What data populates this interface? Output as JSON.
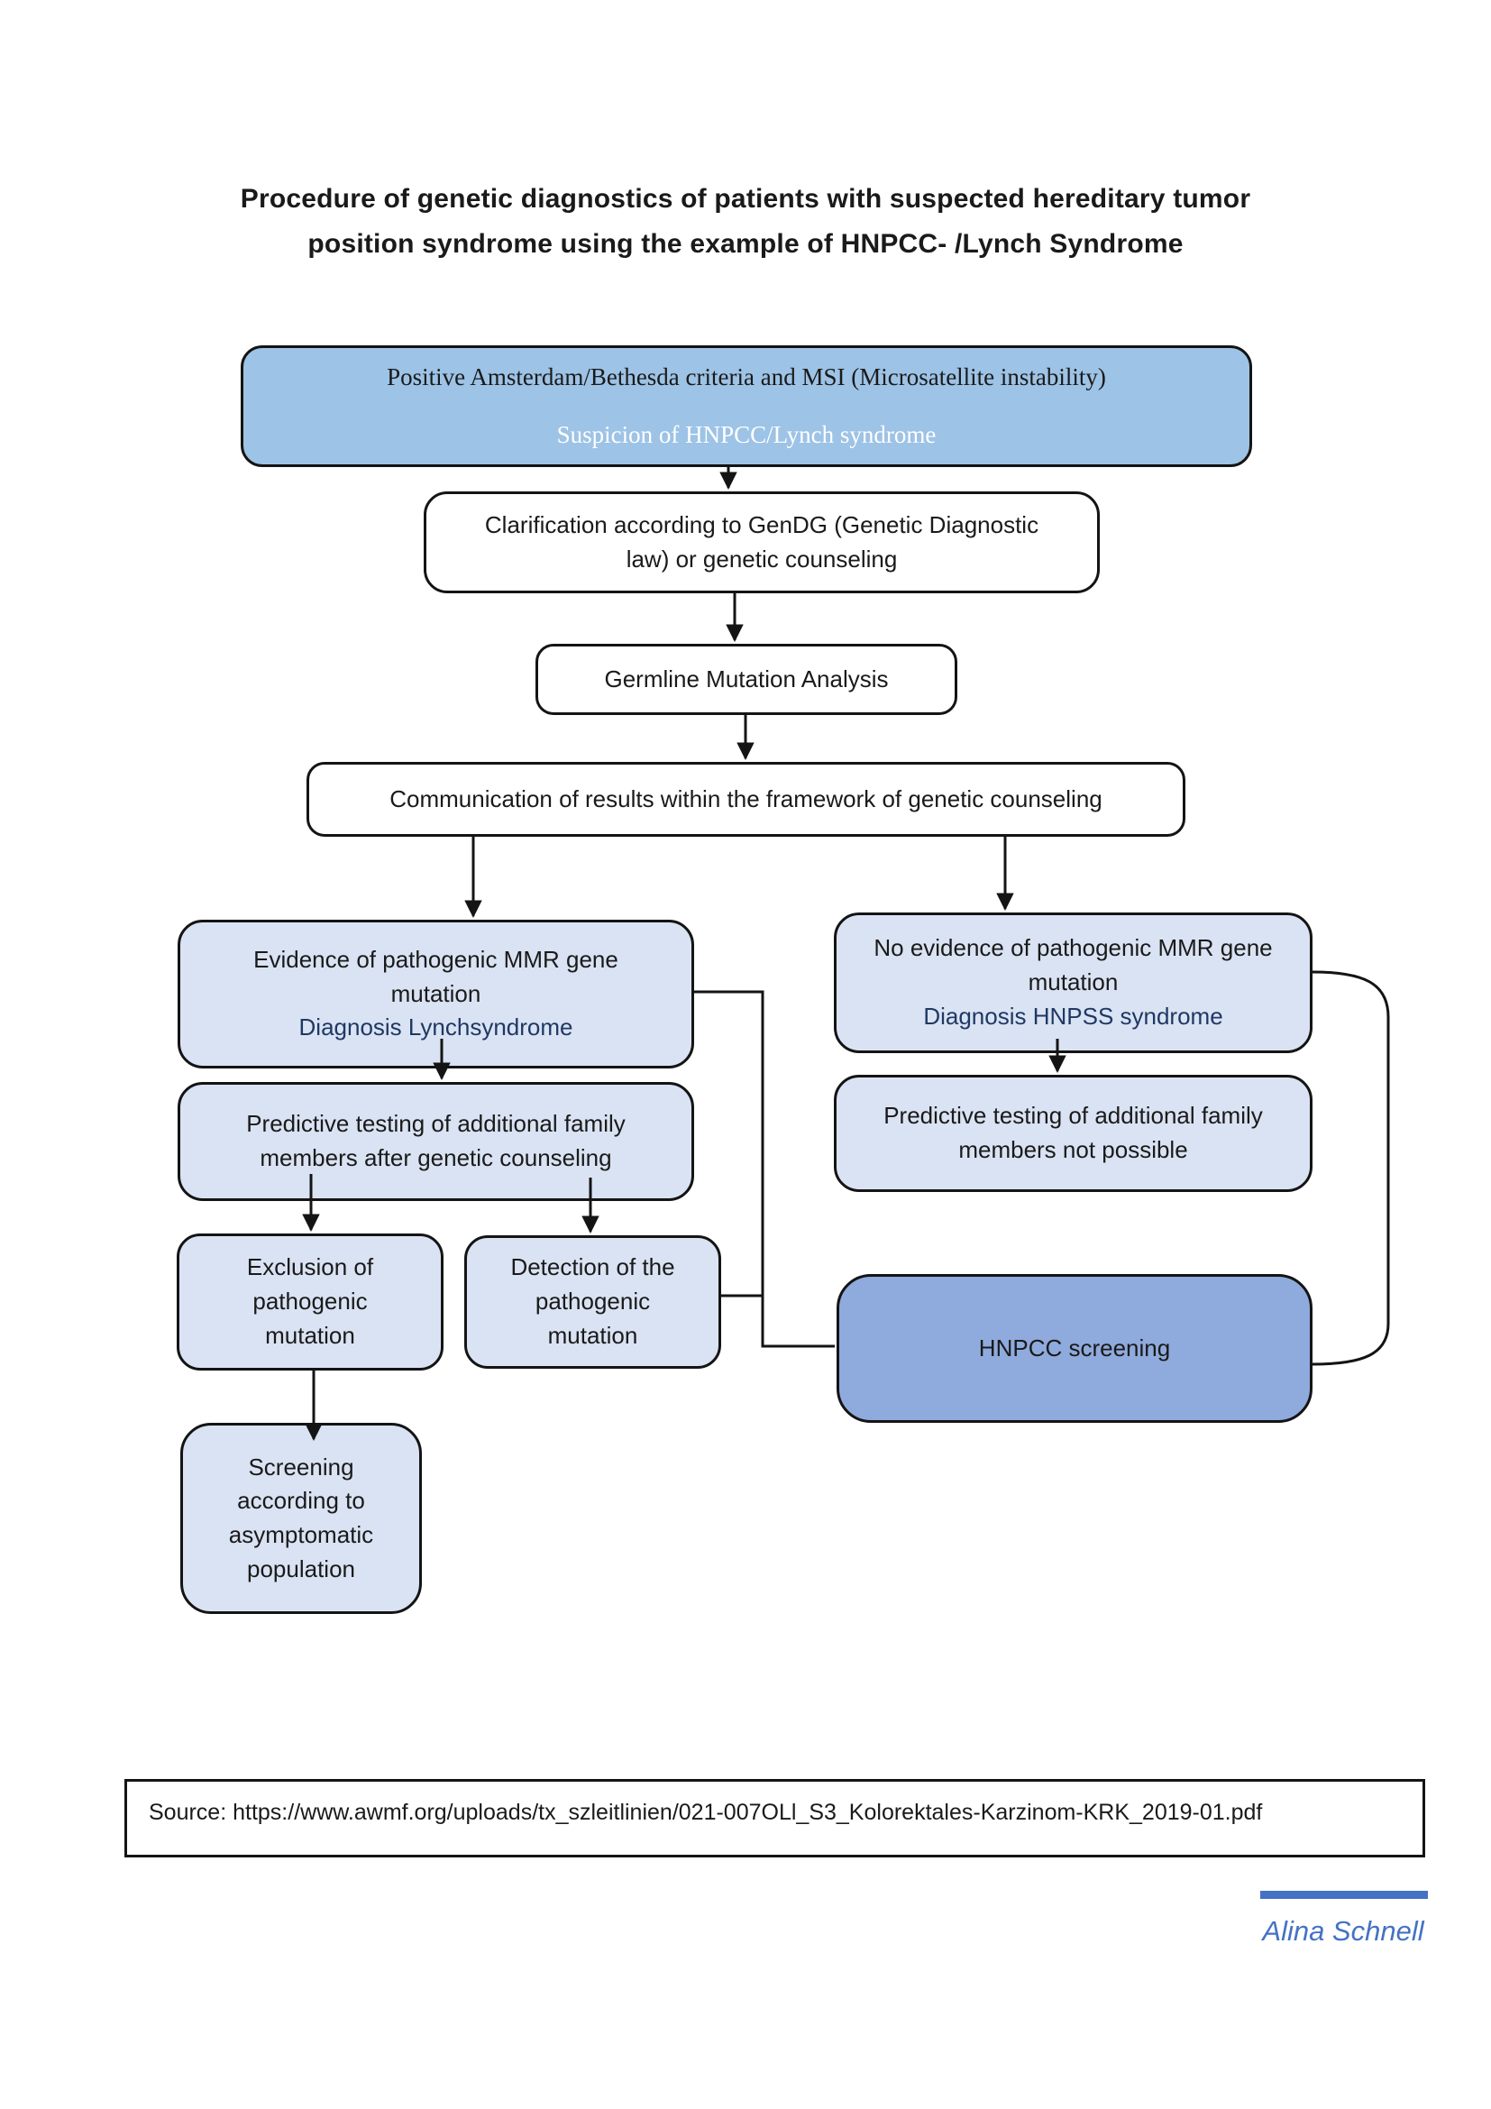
{
  "colors": {
    "box-blue": "#9dc3e6",
    "box-light": "#dae3f3",
    "box-mid": "#8faadc",
    "text-navy": "#1f3864",
    "accent-blue": "#4472c4",
    "line-dark": "#141414",
    "text-black": "#1a1a1a"
  },
  "title": {
    "line1": "Procedure of genetic diagnostics of patients with suspected hereditary tumor",
    "line2": "position syndrome using the example of HNPCC- /Lynch Syndrome"
  },
  "flowchart": {
    "suspicion": {
      "line1": "Positive Amsterdam/Bethesda criteria and MSI (Microsatellite instability)",
      "line2": "Suspicion of HNPCC/Lynch syndrome"
    },
    "clarification": "Clarification according to GenDG (Genetic Diagnostic law) or genetic counseling",
    "germline": "Germline Mutation Analysis",
    "communication": "Communication of results within the framework of genetic counseling",
    "evidence": {
      "line1": "Evidence of pathogenic MMR gene mutation",
      "line2": "Diagnosis Lynchsyndrome"
    },
    "no_evidence": {
      "line1": "No evidence of pathogenic MMR gene mutation",
      "line2": "Diagnosis HNPSS syndrome"
    },
    "predictive_after": "Predictive testing of additional family members after genetic counseling",
    "predictive_not_possible": "Predictive testing of additional family members not possible",
    "exclusion": "Exclusion of pathogenic mutation",
    "detection": "Detection of the pathogenic mutation",
    "hnpcc_screening": "HNPCC screening",
    "screening_population": "Screening according to asymptomatic population"
  },
  "source": "Source: https://www.awmf.org/uploads/tx_szleitlinien/021-007OLl_S3_Kolorektales-Karzinom-KRK_2019-01.pdf",
  "signature": "Alina Schnell"
}
